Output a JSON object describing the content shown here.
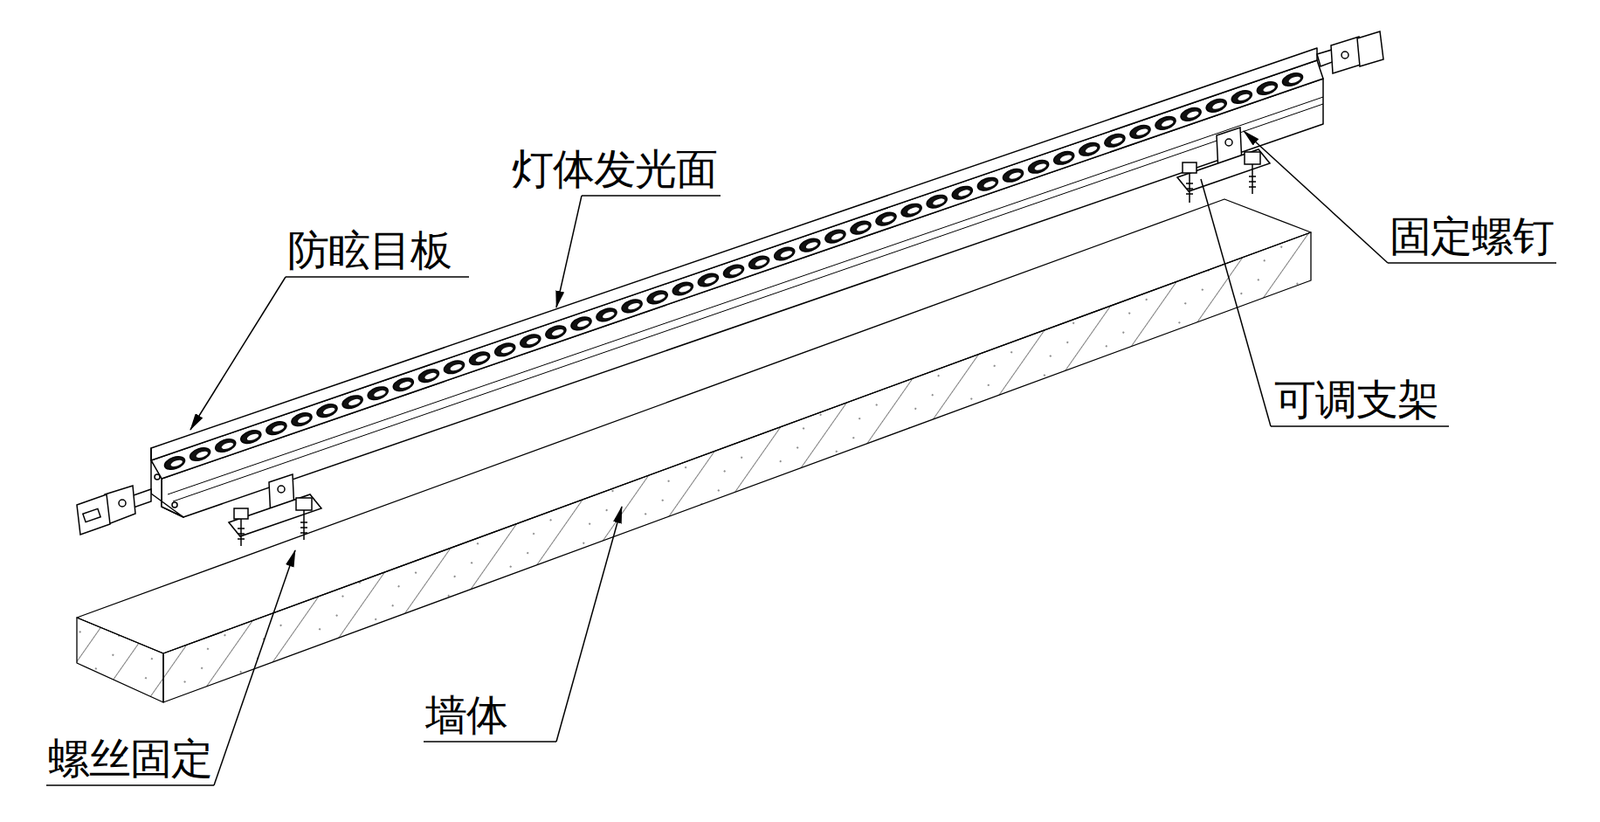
{
  "diagram": {
    "labels": [
      "灯体发光面",
      "防眩目板",
      "固定螺钉",
      "可调支架",
      "墙体",
      "螺丝固定"
    ]
  }
}
